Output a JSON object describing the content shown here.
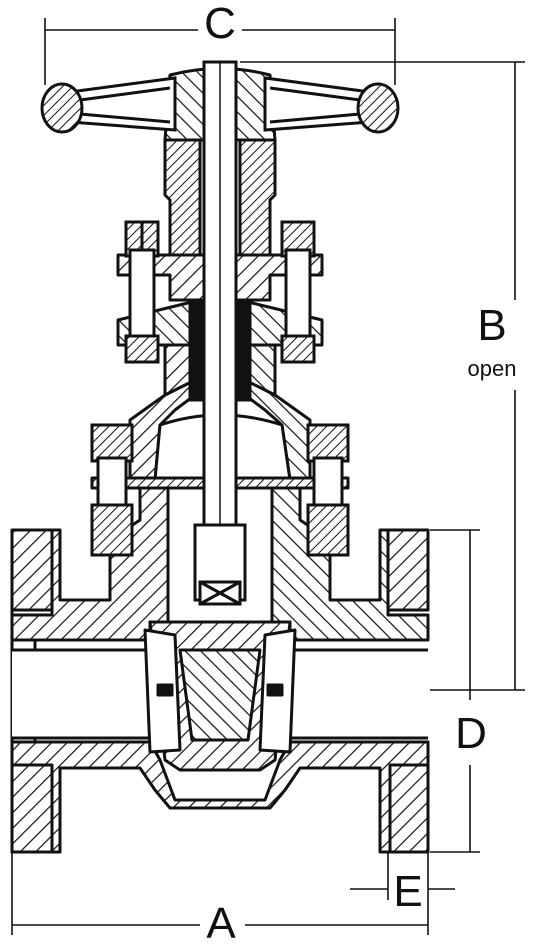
{
  "diagram": {
    "labels": {
      "A": "A",
      "B": "B",
      "B_note": "open",
      "C": "C",
      "D": "D",
      "E": "E"
    }
  }
}
